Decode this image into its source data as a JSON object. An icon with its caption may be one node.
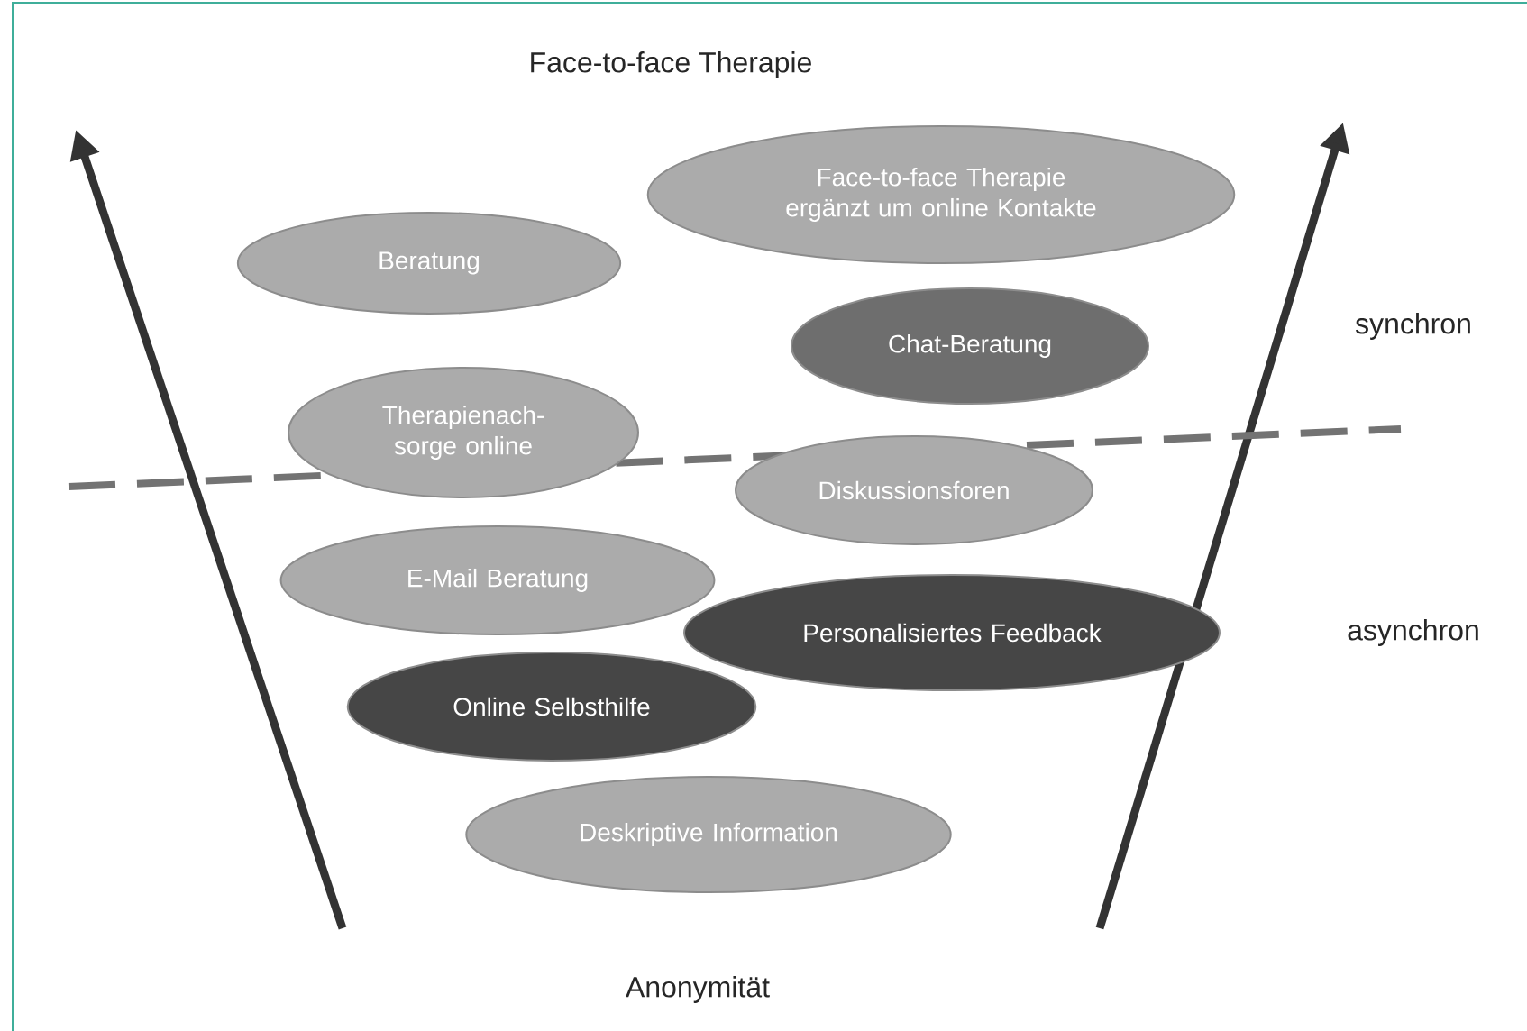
{
  "diagram": {
    "nodes": [
      {
        "text": [
          "Beratung"
        ]
      },
      {
        "text": [
          "Face-to-face Therapie ergänzt um online Kontakte"
        ]
      },
      {
        "text": [
          "Chat-Beratung"
        ]
      },
      {
        "text": [
          "Therapienach- sorge online"
        ]
      },
      {
        "text": [
          "Diskussionsforen"
        ]
      },
      {
        "text": [
          "E-Mail Beratung"
        ]
      },
      {
        "text": [
          "Personalisiertes Feedback"
        ]
      },
      {
        "text": [
          "Online Selbsthilfe"
        ]
      },
      {
        "text": [
          "Deskriptive Information"
        ]
      }
    ],
    "edges": [],
    "labels": [
      "Face-to-face Therapie",
      "synchron",
      "asynchron",
      "Anonymität"
    ]
  }
}
